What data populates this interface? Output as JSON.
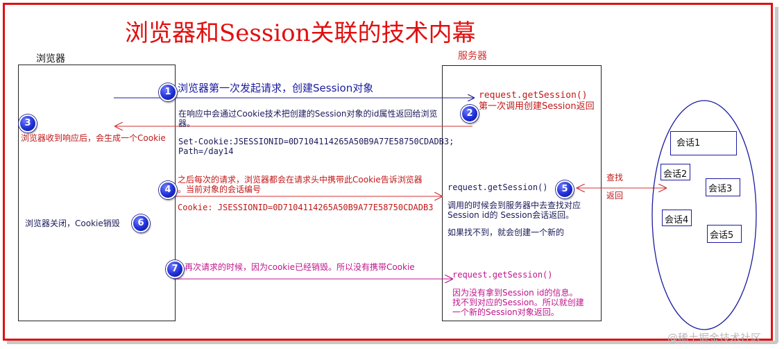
{
  "title": "浏览器和Session关联的技术内幕",
  "browser_label": "浏览器",
  "server_label": "服务器",
  "steps": [
    {
      "number": "1",
      "text": "浏览器第一次发起请求，创建Session对象"
    },
    {
      "number": "2",
      "lines": [
        "在响应中会通过Cookie技术把创建的Session对象的id属性返回给浏览",
        "器。"
      ]
    },
    {
      "number": "3",
      "text": "浏览器收到响应后，会生成一个Cookie"
    },
    {
      "number": "4",
      "lines": [
        "之后每次的请求，浏览器都会在请求头中携带此Cookie告诉浏览器",
        "。当前对象的会话编号"
      ]
    },
    {
      "number": "5"
    },
    {
      "number": "6",
      "text": "浏览器关闭，Cookie销毁"
    },
    {
      "number": "7",
      "text": "再次请求的时候，因为cookie已经销毁。所以没有携带Cookie"
    }
  ],
  "set_cookie": [
    "Set-Cookie:JSESSIONID=0D7104114265A50B9A77E58750CDADB3;",
    "Path=/day14"
  ],
  "cookie_header": "Cookie: JSESSIONID=0D7104114265A50B9A77E58750CDADB3",
  "server_notes": {
    "get_session_1": "request.getSession()",
    "first_call": "第一次调用创建Session返回",
    "get_session_2": "request.getSession()",
    "lookup_lines": [
      "调用的时候会到服务器中去查找对应",
      "Session id的 Session会话返回。"
    ],
    "not_found": "如果找不到，就会创建一个新的",
    "get_session_3": "request.getSession()",
    "no_id_lines": [
      "因为没有拿到Session id的信息。",
      "找不到对应的Session。所以就创建",
      "一个新的Session对象返回。"
    ]
  },
  "lookup_label": "查找",
  "return_label": "返回",
  "sessions": [
    "会话1",
    "会话2",
    "会话3",
    "会话4",
    "会话5"
  ],
  "watermark": "@稀土掘金技术社区",
  "colors": {
    "frame": "#e01010",
    "arrow": "#1a1aa0",
    "return_arrow": "#d03030",
    "step7_arrow": "#c0148c"
  }
}
